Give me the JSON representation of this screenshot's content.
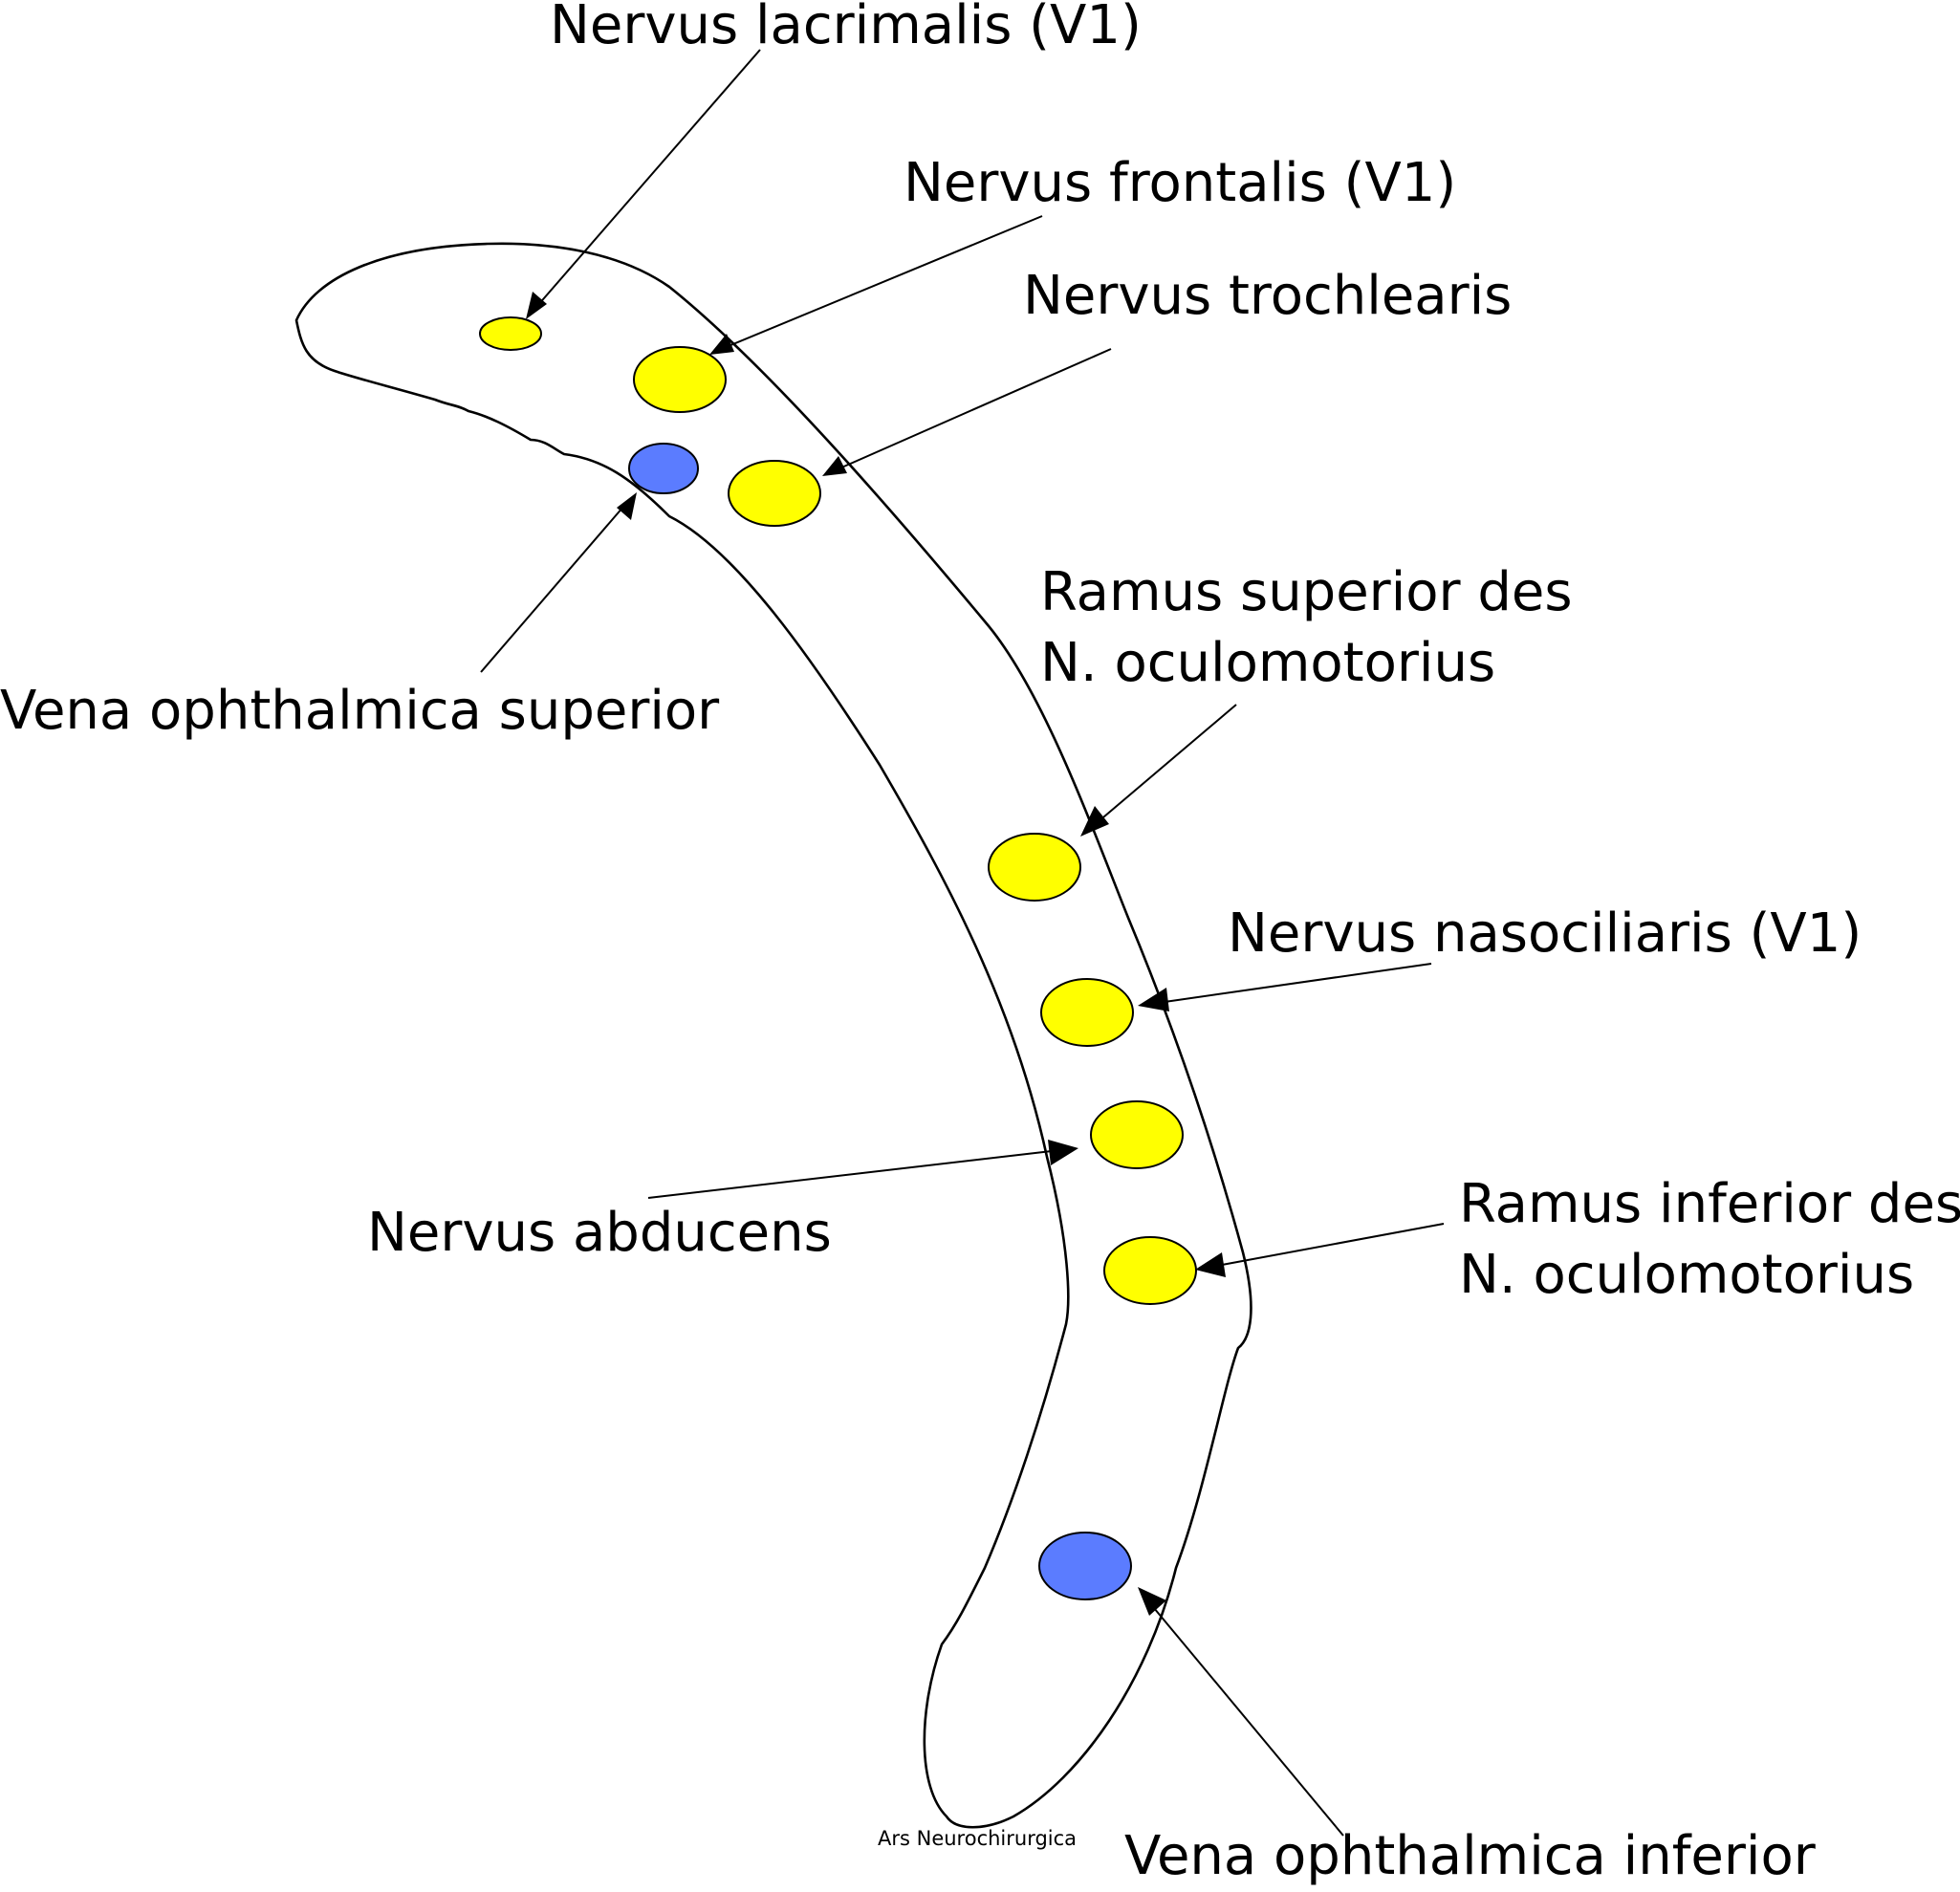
{
  "colors": {
    "nerve": "#ffff00",
    "vein": "#5b7cff",
    "outline": "#000000",
    "background": "#ffffff"
  },
  "labels": {
    "lacrimalis": "Nervus lacrimalis (V1)",
    "frontalis": "Nervus frontalis (V1)",
    "trochlearis": "Nervus trochlearis",
    "ramus_superior_line1": "Ramus superior des",
    "ramus_superior_line2": "N. oculomotorius",
    "vena_superior": "Vena ophthalmica superior",
    "nasociliaris": "Nervus nasociliaris (V1)",
    "abducens": "Nervus abducens",
    "ramus_inferior_line1": "Ramus inferior des",
    "ramus_inferior_line2": "N. oculomotorius",
    "vena_inferior": "Vena ophthalmica inferior"
  },
  "credit": "Ars Neurochirurgica"
}
